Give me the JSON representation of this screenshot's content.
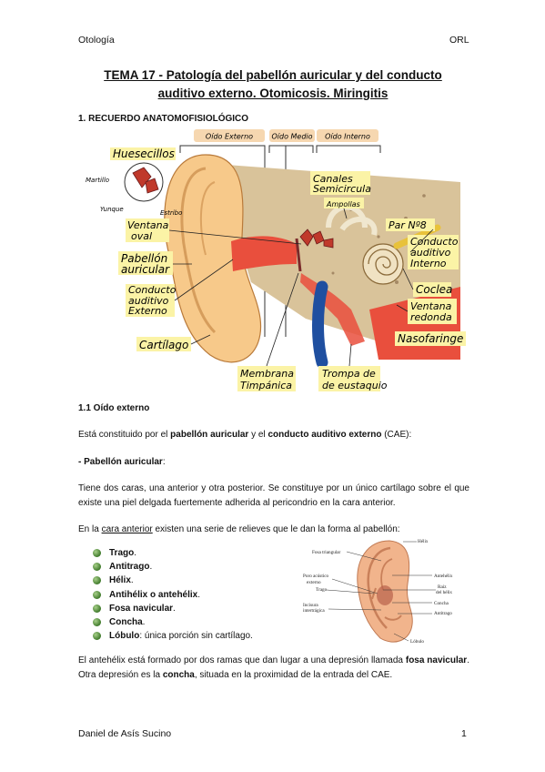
{
  "header": {
    "left": "Otología",
    "right": "ORL"
  },
  "title": {
    "line1": "TEMA 17 - Patología del pabellón auricular y del conducto",
    "line2": "auditivo externo. Otomicosis. Miringitis"
  },
  "section1": "1. RECUERDO ANATOMOFISIOLÓGICO",
  "figure1": {
    "labels": {
      "oido_externo": "Oído Externo",
      "oido_medio": "Oído Medio",
      "oido_interno": "Oído Interno",
      "huesecillos": "Huesecillos",
      "martillo": "Martillo",
      "yunque": "Yunque",
      "estribo": "Estribo",
      "ventana_oval_1": "Ventana",
      "ventana_oval_2": "oval",
      "pabellon_1": "Pabellón",
      "pabellon_2": "auricular",
      "conducto_ext_1": "Conducto",
      "conducto_ext_2": "auditivo",
      "conducto_ext_3": "Externo",
      "cartilago": "Cartílago",
      "membrana_1": "Membrana",
      "membrana_2": "Timpánica",
      "trompa_1": "Trompa de",
      "trompa_2": "de eustaquio",
      "canales_1": "Canales",
      "canales_2": "Semicircula",
      "ampollas": "Ampollas",
      "par8": "Par Nº8",
      "conducto_int_1": "Conducto",
      "conducto_int_2": "auditivo",
      "conducto_int_3": "Interno",
      "coclea": "Coclea",
      "ventana_red_1": "Ventana",
      "ventana_red_2": "redonda",
      "nasofaringe": "Nasofaringe"
    }
  },
  "sub11": "1.1 Oído externo",
  "p1": {
    "a": "Está constituido por el ",
    "b": "pabellón auricular",
    "c": " y el ",
    "d": "conducto auditivo externo",
    "e": " (CAE):"
  },
  "sub_pabellon": {
    "dash": "- ",
    "bold": "Pabellón auricular",
    "colon": ":"
  },
  "p2": "Tiene dos caras, una anterior y otra posterior. Se constituye por un único cartílago sobre el que existe una piel delgada fuertemente adherida al pericondrio en la cara anterior.",
  "p3": {
    "a": "En la ",
    "u": "cara anterior",
    "b": " existen una serie de relieves que le dan la forma al pabellón:"
  },
  "list": [
    {
      "bold": "Trago",
      "rest": "."
    },
    {
      "bold": "Antitrago",
      "rest": "."
    },
    {
      "bold": "Hélix",
      "rest": "."
    },
    {
      "bold": "Antihélix o antehélix",
      "rest": "."
    },
    {
      "bold": "Fosa navicular",
      "rest": "."
    },
    {
      "bold": "Concha",
      "rest": "."
    },
    {
      "bold": "Lóbulo",
      "rest": ": única porción sin cartílago."
    }
  ],
  "figure2": {
    "labels": {
      "helix": "Hélix",
      "fosa": "Fosa triangular",
      "antehelix": "Antehélix",
      "poro_1": "Poro acústico",
      "poro_2": "externo",
      "raiz_1": "Raíz",
      "raiz_2": "del hélix",
      "trago": "Trago",
      "concha": "Concha",
      "incisura_1": "Incisura",
      "incisura_2": "intertrágica",
      "antitrago": "Antitrago",
      "lobulo": "Lóbulo"
    }
  },
  "p4": {
    "a": "El antehélix está formado por dos ramas que dan lugar a una depresión llamada ",
    "b": "fosa navicular",
    "c": ". Otra depresión es la ",
    "d": "concha",
    "e": ", situada en la proximidad de la entrada del CAE."
  },
  "footer": {
    "author": "Daniel de Asís Sucino",
    "page": "1"
  },
  "colors": {
    "highlight": "#fbf3a6",
    "cartilage": "#f7c98a",
    "canal": "#e94f3d",
    "bone": "#d9c39a",
    "vessel": "#1f4fa0",
    "section_tab": "#f6d7b0"
  }
}
